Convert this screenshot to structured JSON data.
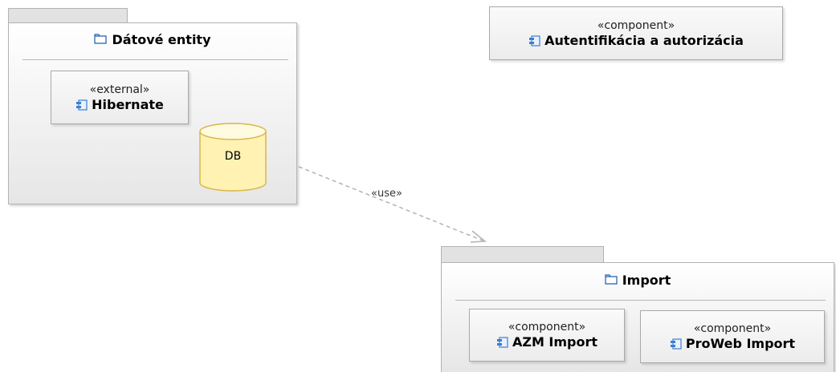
{
  "packages": {
    "entities": {
      "name": "Dátové entity"
    },
    "import": {
      "name": "Import"
    }
  },
  "components": {
    "auth": {
      "stereotype": "«component»",
      "name": "Autentifikácia a autorizácia"
    },
    "hibernate": {
      "stereotype": "«external»",
      "name": "Hibernate"
    },
    "azm": {
      "stereotype": "«component»",
      "name": "AZM Import"
    },
    "proweb": {
      "stereotype": "«component»",
      "name": "ProWeb Import"
    }
  },
  "database": {
    "label": "DB"
  },
  "dependency": {
    "label": "«use»"
  },
  "colors": {
    "component_icon": "#3b7fd1",
    "package_icon": "#1f5ea8",
    "db_fill": "#fff2b3",
    "db_stroke": "#d9b64a",
    "edge": "#b3b3b3"
  },
  "icons": {
    "package": "folder-icon",
    "component": "component-icon"
  }
}
